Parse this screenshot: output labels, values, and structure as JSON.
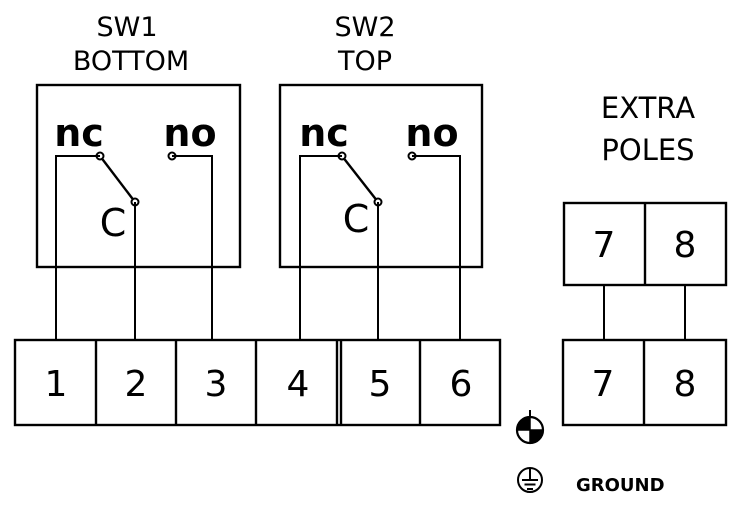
{
  "switches": [
    {
      "title_line1": "SW1",
      "title_line2": "BOTTOM",
      "nc": "nc",
      "no": "no",
      "common": "C"
    },
    {
      "title_line1": "SW2",
      "title_line2": "TOP",
      "nc": "nc",
      "no": "no",
      "common": "C"
    }
  ],
  "extra": {
    "line1": "EXTRA",
    "line2": "POLES",
    "poles": [
      "7",
      "8"
    ]
  },
  "terminals": [
    "1",
    "2",
    "3",
    "4",
    "5",
    "6",
    "7",
    "8"
  ],
  "ground": {
    "label": "GROUND"
  }
}
